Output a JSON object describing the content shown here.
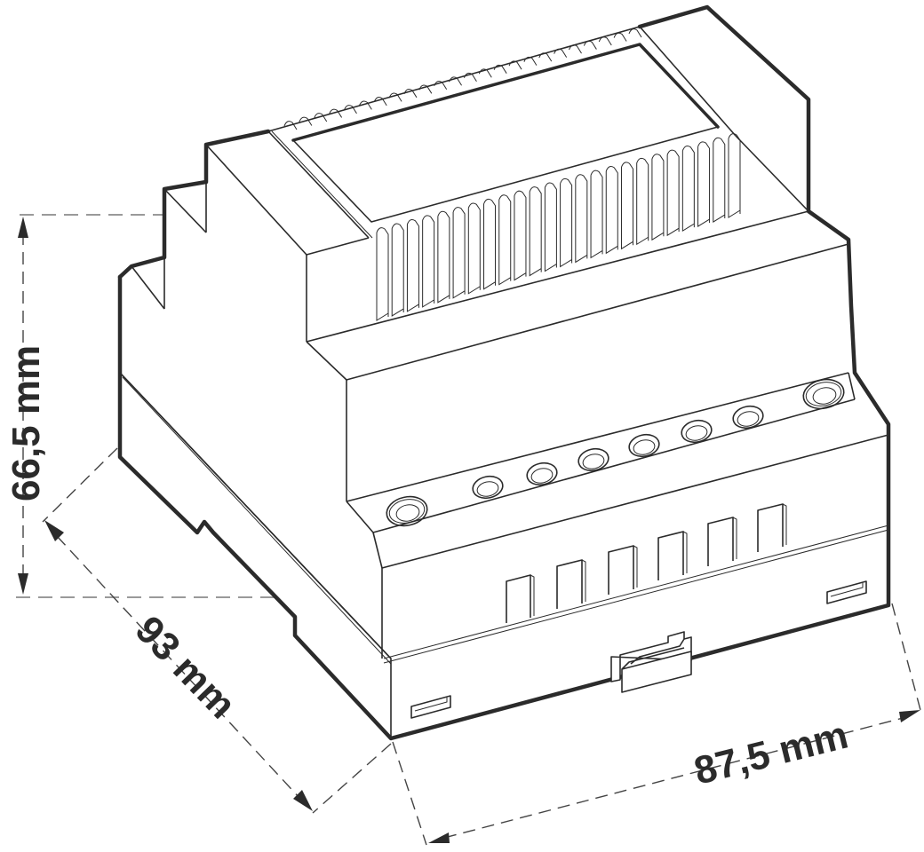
{
  "figure": {
    "subject": "DIN-rail mounted transformer housing (isometric line drawing)",
    "colors": {
      "line": "#2b2b2b",
      "background": "#ffffff",
      "extension_line": "#9a9a9a"
    }
  },
  "dimensions": {
    "height": {
      "label": "66,5 mm",
      "value": 66.5,
      "unit": "mm",
      "orientation": "vertical"
    },
    "depth": {
      "label": "93 mm",
      "value": 93,
      "unit": "mm",
      "orientation": "diagonal-left"
    },
    "width": {
      "label": "87,5 mm",
      "value": 87.5,
      "unit": "mm",
      "orientation": "diagonal-right"
    }
  },
  "features": {
    "terminal_screws_small": 6,
    "terminal_screws_large": 2,
    "front_vent_slots": 6,
    "top_cooling_fins": 24,
    "din_rail_clip": 1,
    "label_slots": 2
  }
}
